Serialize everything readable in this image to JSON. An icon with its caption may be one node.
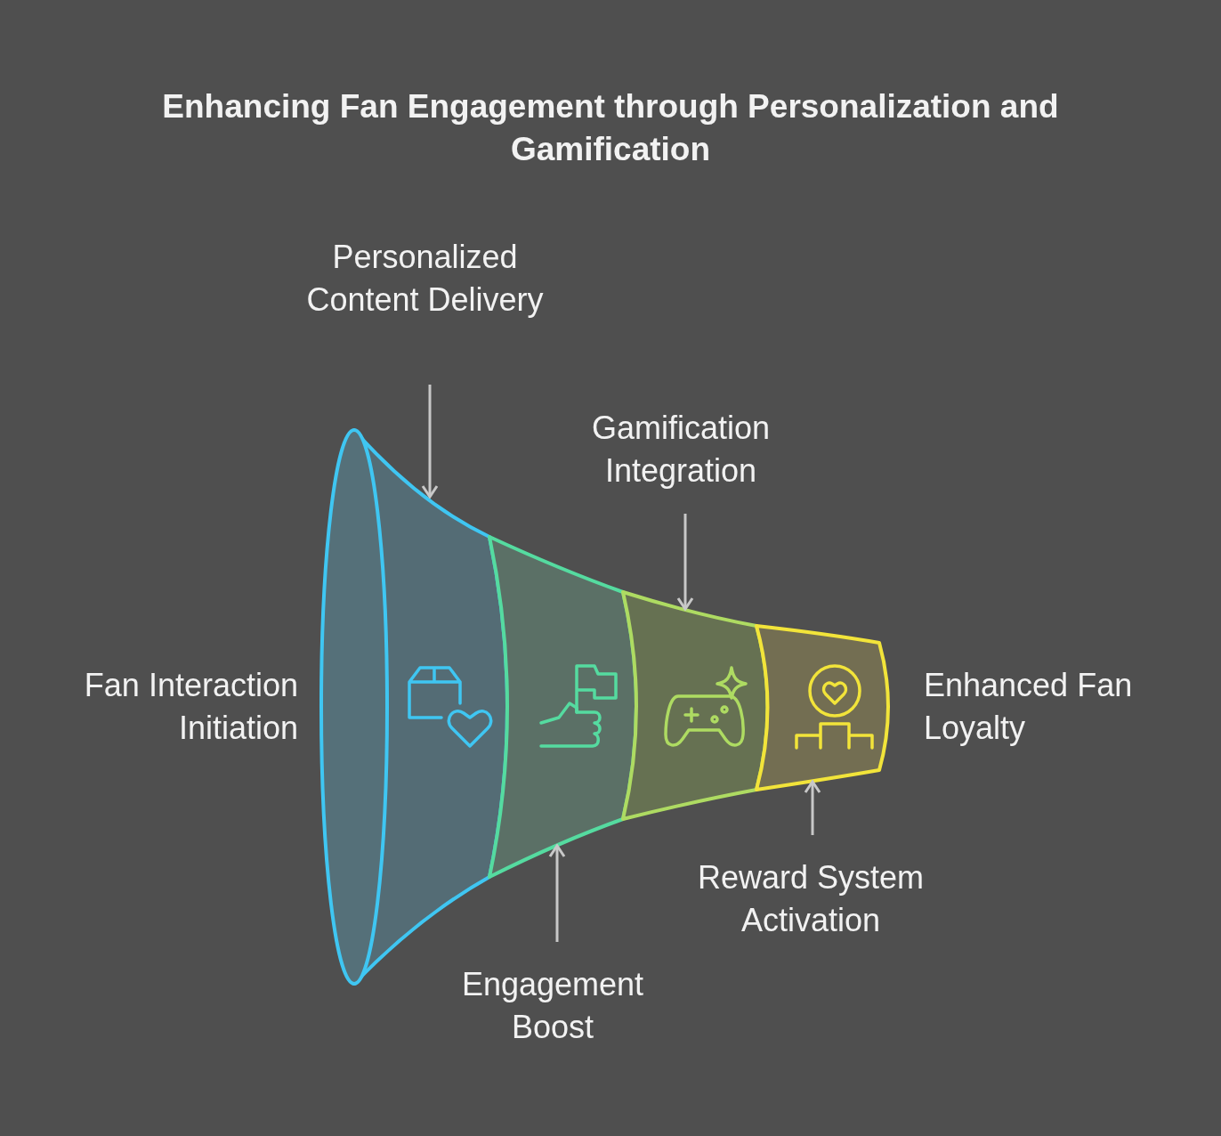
{
  "diagram": {
    "title": "Enhancing Fan Engagement through Personalization and Gamification",
    "nodes": [
      {
        "text": [
          "Personalized Content Delivery"
        ]
      },
      {
        "text": [
          "Gamification Integration"
        ]
      },
      {
        "text": [
          "Engagement Boost"
        ]
      },
      {
        "text": [
          "Reward System Activation"
        ]
      },
      {
        "text": [],
        "shape": "band"
      },
      {
        "text": [],
        "shape": "band"
      },
      {
        "text": [],
        "shape": "band"
      },
      {
        "text": [],
        "shape": "band"
      }
    ],
    "edges": [
      {
        "from": 0,
        "to": 4,
        "arrow": "to"
      },
      {
        "from": 1,
        "to": 6,
        "arrow": "to"
      },
      {
        "from": 2,
        "to": 5,
        "arrow": "to"
      },
      {
        "from": 3,
        "to": 7,
        "arrow": "to"
      }
    ],
    "labels": [
      "Fan Interaction Initiation",
      "Enhanced Fan Loyalty"
    ]
  }
}
